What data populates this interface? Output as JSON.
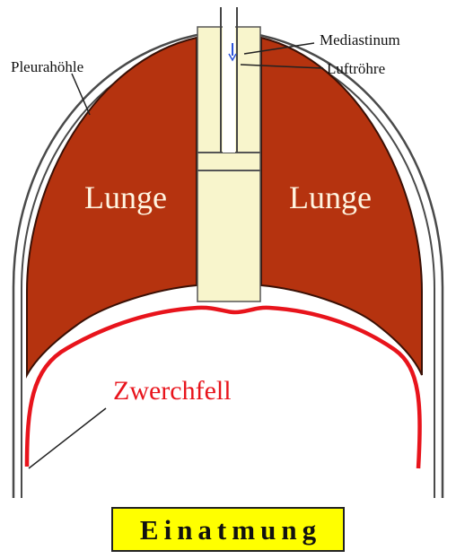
{
  "title": "Einatmung",
  "labels": {
    "pleura": "Pleurahöhle",
    "mediastinum": "Mediastinum",
    "trachea": "Luftröhre",
    "lung_left": "Lunge",
    "lung_right": "Lunge",
    "diaphragm": "Zwerchfell"
  },
  "colors": {
    "lung": "#b5330f",
    "lung_outline": "#3a1005",
    "diaphragm": "#e8141c",
    "mediastinum": "#f8f5cc",
    "title_background": "#ffff00",
    "diaphragm_label": "#e8141c",
    "lung_label": "#fff4e0"
  }
}
